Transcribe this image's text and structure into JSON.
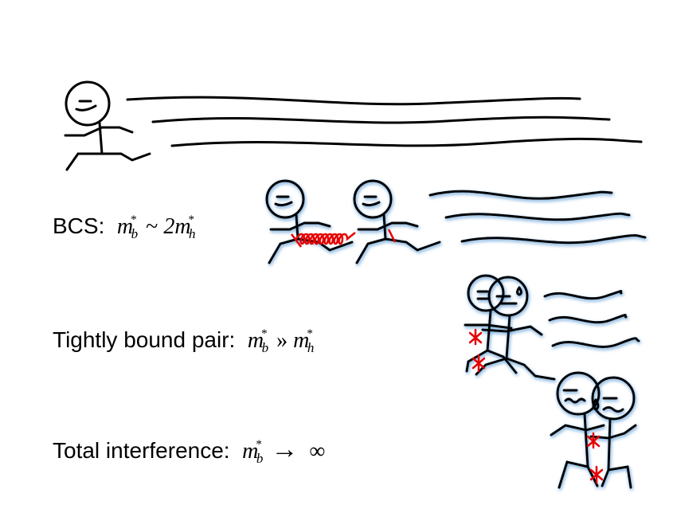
{
  "rows": [
    {
      "id": "bcs",
      "label": "BCS:",
      "formula": {
        "lhs_base": "m",
        "lhs_sup": "*",
        "lhs_sub": "b",
        "relation": "~",
        "coefficient": "2",
        "rhs_base": "m",
        "rhs_sup": "*",
        "rhs_sub": "h"
      }
    },
    {
      "id": "tight",
      "label": "Tightly bound pair:",
      "formula": {
        "lhs_base": "m",
        "lhs_sup": "*",
        "lhs_sub": "b",
        "relation": "»",
        "rhs_base": "m",
        "rhs_sup": "*",
        "rhs_sub": "h"
      }
    },
    {
      "id": "total",
      "label": "Total interference:",
      "formula": {
        "lhs_base": "m",
        "lhs_sup": "*",
        "lhs_sub": "b",
        "relation": "→",
        "rhs": "∞"
      }
    }
  ],
  "colors": {
    "ink": "#000000",
    "binding": "#e60000",
    "glow": "#6fa8dc"
  }
}
